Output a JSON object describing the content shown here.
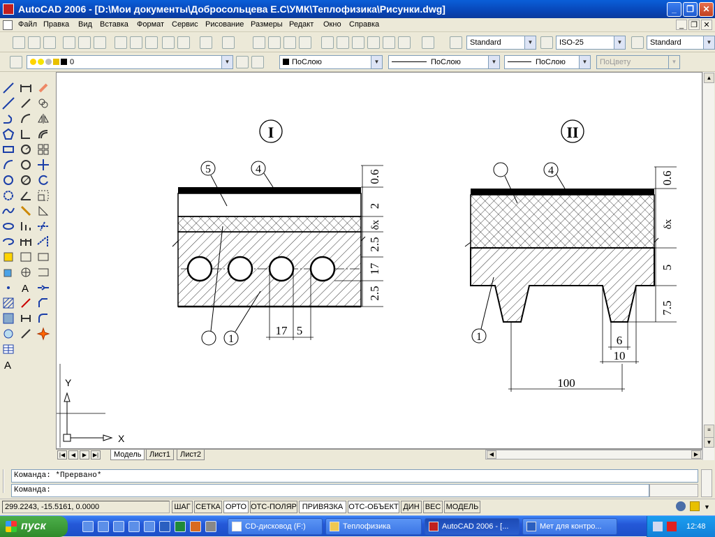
{
  "window": {
    "title": "AutoCAD 2006 - [D:\\Мои документы\\Добросольцева Е.С\\УМК\\Теплофизика\\Рисунки.dwg]",
    "controls": [
      "_",
      "❐",
      "✕"
    ],
    "doc_controls": [
      "_",
      "❐",
      "✕"
    ]
  },
  "menu": {
    "items": [
      "Файл",
      "Правка",
      "Вид",
      "Вставка",
      "Формат",
      "Сервис",
      "Рисование",
      "Размеры",
      "Редакт",
      "Окно",
      "Справка"
    ]
  },
  "toolbar": {
    "text_style": "Standard",
    "dim_style": "ISO-25",
    "table_style": "Standard"
  },
  "layers": {
    "current_layer": "0",
    "color": "ПоСлою",
    "linetype": "ПоСлою",
    "lineweight": "ПоСлою",
    "plotstyle": "ПоЦвету"
  },
  "drawing": {
    "view1": {
      "roman": "I",
      "callouts": [
        "5",
        "4",
        "1"
      ],
      "dims_right": [
        "0.6",
        "2",
        "δх",
        "2.5",
        "17",
        "2.5"
      ],
      "dims_bottom": [
        "17",
        "5"
      ]
    },
    "view2": {
      "roman": "II",
      "callouts": [
        "4",
        "1"
      ],
      "dims_right": [
        "0.6",
        "δх",
        "5",
        "7.5"
      ],
      "dims_bottom": [
        "6",
        "10",
        "100"
      ]
    },
    "ucs_y": "Y",
    "ucs_x": "X"
  },
  "tabs": {
    "nav": [
      "|◀",
      "◀",
      "▶",
      "▶|"
    ],
    "items": [
      "Модель",
      "Лист1",
      "Лист2"
    ]
  },
  "command": {
    "line1_label": "Команда:",
    "line1_value": "*Прервано*",
    "line2_label": "Команда:"
  },
  "status": {
    "coordinates": "299.2243, -15.5161, 0.0000",
    "buttons": [
      "ШАГ",
      "СЕТКА",
      "ОРТО",
      "ОТС-ПОЛЯР",
      "ПРИВЯЗКА",
      "ОТС-ОБЪЕКТ",
      "ДИН",
      "ВЕС",
      "МОДЕЛЬ"
    ]
  },
  "taskbar": {
    "start": "пуск",
    "tasks": [
      "CD-дисковод (F:)",
      "Теплофизика",
      "AutoCAD 2006 - [...",
      "Мет для контро..."
    ],
    "clock": "12:48"
  }
}
